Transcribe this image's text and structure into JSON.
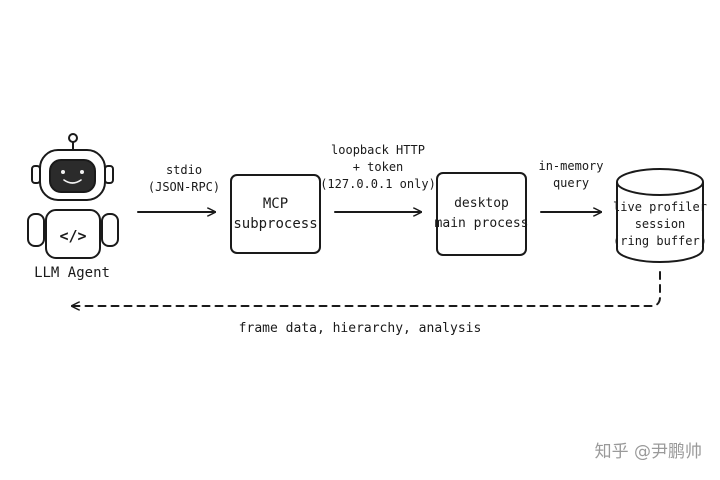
{
  "agent": {
    "name": "LLM Agent",
    "badge": "</>"
  },
  "nodes": {
    "mcp": {
      "lines": [
        "MCP",
        "subprocess"
      ]
    },
    "desktop": {
      "lines": [
        "desktop",
        "main process"
      ]
    },
    "profiler": {
      "lines": [
        "live profiler",
        "session",
        "(ring buffer)"
      ]
    }
  },
  "edges": {
    "agent_to_mcp": {
      "lines": [
        "stdio",
        "(JSON-RPC)"
      ]
    },
    "mcp_to_desktop": {
      "lines": [
        "loopback HTTP",
        "+ token",
        "(127.0.0.1 only)"
      ]
    },
    "desktop_to_profiler": {
      "lines": [
        "in-memory",
        "query"
      ]
    },
    "return": {
      "label": "frame data, hierarchy, analysis"
    }
  },
  "watermark": "知乎 @尹鹏帅",
  "colors": {
    "ink": "#1a1a1a",
    "watermark": "#9a9a9a",
    "robot_screen": "#2b2b2b"
  }
}
